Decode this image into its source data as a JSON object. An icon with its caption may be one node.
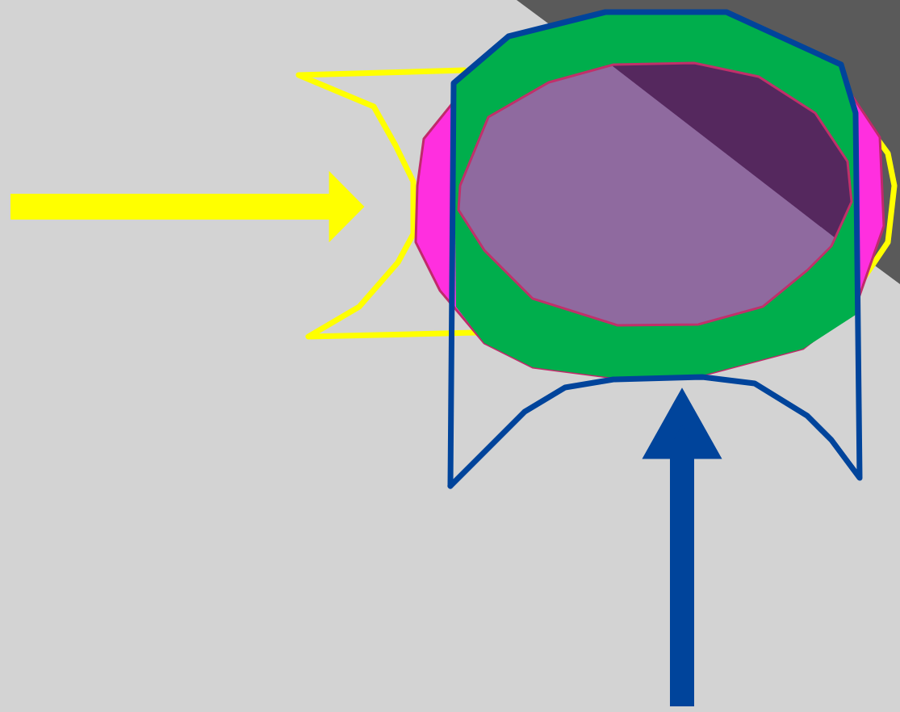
{
  "diagram": {
    "nodes": [
      {
        "text": [],
        "shape": "picture"
      },
      {
        "text": [],
        "shape": "picture"
      }
    ],
    "edges": [
      {
        "from": null,
        "to": 0,
        "arrow": "to",
        "color": "#ffff00"
      },
      {
        "from": null,
        "to": 1,
        "arrow": "to",
        "color": "#00449b"
      }
    ]
  }
}
